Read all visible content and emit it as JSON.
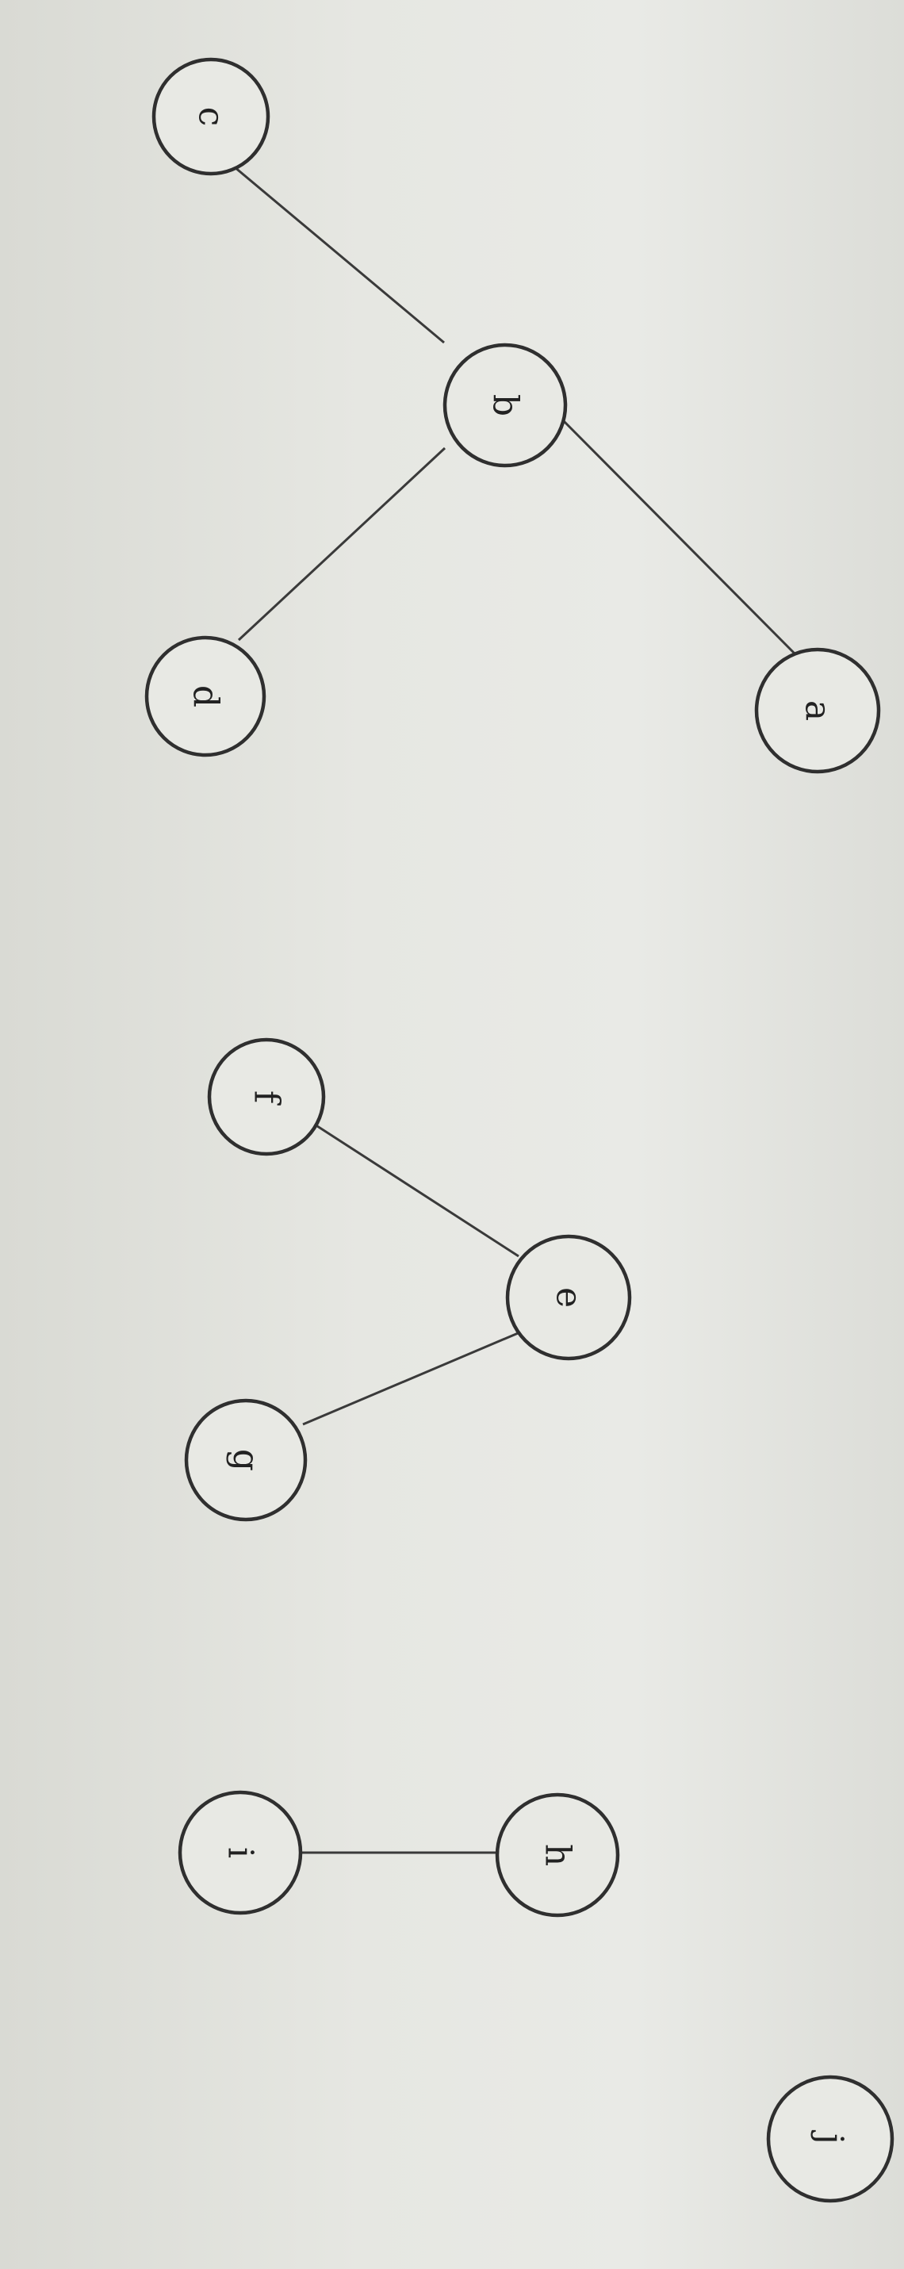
{
  "nodes": [
    {
      "id": "c",
      "label": "c"
    },
    {
      "id": "b",
      "label": "b"
    },
    {
      "id": "d",
      "label": "d"
    },
    {
      "id": "a",
      "label": "a"
    },
    {
      "id": "f",
      "label": "f"
    },
    {
      "id": "e",
      "label": "e"
    },
    {
      "id": "g",
      "label": "g"
    },
    {
      "id": "i",
      "label": "i"
    },
    {
      "id": "h",
      "label": "h"
    },
    {
      "id": "j",
      "label": "j"
    }
  ],
  "edges": [
    {
      "from": "c",
      "to": "b"
    },
    {
      "from": "b",
      "to": "d"
    },
    {
      "from": "b",
      "to": "a"
    },
    {
      "from": "f",
      "to": "e"
    },
    {
      "from": "e",
      "to": "g"
    },
    {
      "from": "i",
      "to": "h"
    }
  ]
}
